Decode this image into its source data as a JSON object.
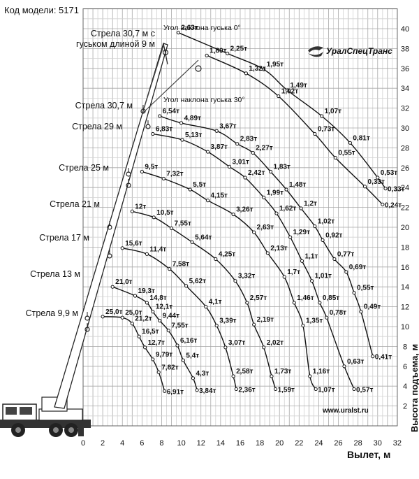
{
  "header": {
    "model_label": "Код модели: 5171"
  },
  "chart": {
    "brand": "УралСпецТранс",
    "website": "www.uralst.ru",
    "xlabel": "Вылет, м",
    "ylabel": "Высота подъема, м",
    "x_ticks": [
      "0",
      "2",
      "4",
      "6",
      "8",
      "10",
      "12",
      "14",
      "16",
      "18",
      "20",
      "22",
      "24",
      "26",
      "28",
      "30",
      "32"
    ],
    "y_ticks": [
      "2",
      "4",
      "6",
      "8",
      "10",
      "12",
      "14",
      "16",
      "18",
      "20",
      "22",
      "24",
      "26",
      "28",
      "30",
      "32",
      "34",
      "36",
      "38",
      "40"
    ],
    "jib_angle_0": "Угол наклона гуська 0°",
    "jib_angle_30": "Угол наклона гуська 30°",
    "boom_labels": [
      {
        "id": "jib-9",
        "line1": "Стрела 30,7 м с",
        "line2": "гуськом длиной 9 м"
      },
      {
        "id": "307",
        "line1": "Стрела 30,7 м"
      },
      {
        "id": "29",
        "line1": "Стрела 29 м"
      },
      {
        "id": "25",
        "line1": "Стрела 25 м"
      },
      {
        "id": "21",
        "line1": "Стрела 21 м"
      },
      {
        "id": "17",
        "line1": "Стрела 17 м"
      },
      {
        "id": "13",
        "line1": "Стрела 13 м"
      },
      {
        "id": "99",
        "line1": "Стрела 9,9 м"
      }
    ]
  },
  "chart_data": {
    "type": "line",
    "x_range": [
      0,
      32
    ],
    "y_range": [
      0,
      42
    ],
    "grid": true,
    "series": [
      {
        "name": "Стрела 9,9 м",
        "points": [
          {
            "x": 2.0,
            "y": 11.0,
            "label": "25,0т"
          },
          {
            "x": 4.0,
            "y": 10.9,
            "label": "25,0т"
          },
          {
            "x": 5.0,
            "y": 10.3,
            "label": "21,2т"
          },
          {
            "x": 5.7,
            "y": 9.0,
            "label": "16,5т"
          },
          {
            "x": 6.3,
            "y": 7.9,
            "label": "12,7т"
          },
          {
            "x": 7.1,
            "y": 6.7,
            "label": "9,79т"
          },
          {
            "x": 7.7,
            "y": 5.4,
            "label": "7,82т"
          },
          {
            "x": 8.3,
            "y": 3.5,
            "label": "6,91т"
          }
        ]
      },
      {
        "name": "Стрела 13 м",
        "points": [
          {
            "x": 3.0,
            "y": 14.0,
            "label": "21,0т"
          },
          {
            "x": 5.3,
            "y": 13.1,
            "label": "19,3т"
          },
          {
            "x": 6.5,
            "y": 12.4,
            "label": "14,8т"
          },
          {
            "x": 7.1,
            "y": 11.5,
            "label": "12,1т"
          },
          {
            "x": 7.8,
            "y": 10.6,
            "label": "9,44т"
          },
          {
            "x": 8.7,
            "y": 9.6,
            "label": "7,55т"
          },
          {
            "x": 9.6,
            "y": 8.1,
            "label": "6,16т"
          },
          {
            "x": 10.2,
            "y": 6.6,
            "label": "5,4т"
          },
          {
            "x": 11.2,
            "y": 4.8,
            "label": "4,3т"
          },
          {
            "x": 11.6,
            "y": 3.6,
            "label": "3,84т"
          }
        ]
      },
      {
        "name": "Стрела 17 м",
        "points": [
          {
            "x": 4.0,
            "y": 17.9,
            "label": "15,6т"
          },
          {
            "x": 6.5,
            "y": 17.3,
            "label": "11,4т"
          },
          {
            "x": 8.8,
            "y": 15.8,
            "label": "7,58т"
          },
          {
            "x": 10.5,
            "y": 14.1,
            "label": "5,62т"
          },
          {
            "x": 12.5,
            "y": 12.0,
            "label": "4,1т"
          },
          {
            "x": 13.6,
            "y": 10.1,
            "label": "3,39т"
          },
          {
            "x": 14.5,
            "y": 7.9,
            "label": "3,07т"
          },
          {
            "x": 15.3,
            "y": 5.0,
            "label": "2,58т"
          },
          {
            "x": 15.6,
            "y": 3.7,
            "label": "2,36т"
          }
        ]
      },
      {
        "name": "Стрела 21 м",
        "points": [
          {
            "x": 5.0,
            "y": 21.6,
            "label": "12т"
          },
          {
            "x": 7.2,
            "y": 21.0,
            "label": "10,5т"
          },
          {
            "x": 9.0,
            "y": 19.9,
            "label": "7,55т"
          },
          {
            "x": 11.1,
            "y": 18.5,
            "label": "5,64т"
          },
          {
            "x": 13.5,
            "y": 16.8,
            "label": "4,25т"
          },
          {
            "x": 15.5,
            "y": 14.6,
            "label": "3,32т"
          },
          {
            "x": 16.7,
            "y": 12.4,
            "label": "2,57т"
          },
          {
            "x": 17.4,
            "y": 10.2,
            "label": "2,19т"
          },
          {
            "x": 18.4,
            "y": 7.9,
            "label": "2,02т"
          },
          {
            "x": 19.2,
            "y": 5.0,
            "label": "1,73т"
          },
          {
            "x": 19.6,
            "y": 3.7,
            "label": "1,59т"
          }
        ]
      },
      {
        "name": "Стрела 25 м",
        "points": [
          {
            "x": 6.0,
            "y": 25.6,
            "label": "9,5т"
          },
          {
            "x": 8.2,
            "y": 24.9,
            "label": "7,32т"
          },
          {
            "x": 10.9,
            "y": 23.8,
            "label": "5,5т"
          },
          {
            "x": 12.7,
            "y": 22.7,
            "label": "4,15т"
          },
          {
            "x": 15.3,
            "y": 21.3,
            "label": "3,26т"
          },
          {
            "x": 17.4,
            "y": 19.5,
            "label": "2,63т"
          },
          {
            "x": 18.8,
            "y": 17.4,
            "label": "2,13т"
          },
          {
            "x": 20.5,
            "y": 15.0,
            "label": "1,7т"
          },
          {
            "x": 21.5,
            "y": 12.4,
            "label": "1,46т"
          },
          {
            "x": 22.4,
            "y": 10.1,
            "label": "1,35т"
          },
          {
            "x": 23.1,
            "y": 5.0,
            "label": "1,16т"
          },
          {
            "x": 23.7,
            "y": 3.7,
            "label": "1,07т"
          }
        ]
      },
      {
        "name": "Стрела 29 м",
        "points": [
          {
            "x": 7.1,
            "y": 29.4,
            "label": "6,83т"
          },
          {
            "x": 10.1,
            "y": 28.8,
            "label": "5,13т"
          },
          {
            "x": 12.7,
            "y": 27.6,
            "label": "3,87т"
          },
          {
            "x": 14.9,
            "y": 26.1,
            "label": "3,01т"
          },
          {
            "x": 16.5,
            "y": 25.0,
            "label": "2,42т"
          },
          {
            "x": 18.4,
            "y": 23.0,
            "label": "1,99т"
          },
          {
            "x": 19.7,
            "y": 21.4,
            "label": "1,62т"
          },
          {
            "x": 21.1,
            "y": 19.0,
            "label": "1,29т"
          },
          {
            "x": 22.3,
            "y": 16.6,
            "label": "1,1т"
          },
          {
            "x": 23.3,
            "y": 14.6,
            "label": "1,01т"
          },
          {
            "x": 24.1,
            "y": 12.4,
            "label": "0,85т"
          },
          {
            "x": 24.8,
            "y": 10.9,
            "label": "0,78т"
          },
          {
            "x": 26.6,
            "y": 6.0,
            "label": "0,63т"
          },
          {
            "x": 27.6,
            "y": 3.7,
            "label": "0,57т"
          }
        ]
      },
      {
        "name": "Стрела 30,7 м",
        "points": [
          {
            "x": 7.8,
            "y": 31.2,
            "label": "6,54т"
          },
          {
            "x": 10.0,
            "y": 30.5,
            "label": "4,89т"
          },
          {
            "x": 13.6,
            "y": 29.7,
            "label": "3,67т"
          },
          {
            "x": 15.7,
            "y": 28.4,
            "label": "2,83т"
          },
          {
            "x": 17.3,
            "y": 27.5,
            "label": "2,27т"
          },
          {
            "x": 19.1,
            "y": 25.6,
            "label": "1,83т"
          },
          {
            "x": 20.7,
            "y": 23.8,
            "label": "1,48т"
          },
          {
            "x": 22.2,
            "y": 21.9,
            "label": "1,2т"
          },
          {
            "x": 23.6,
            "y": 20.1,
            "label": "1,02т"
          },
          {
            "x": 24.4,
            "y": 18.7,
            "label": "0,92т"
          },
          {
            "x": 25.6,
            "y": 16.8,
            "label": "0,77т"
          },
          {
            "x": 26.8,
            "y": 15.5,
            "label": "0,69т"
          },
          {
            "x": 27.6,
            "y": 13.4,
            "label": "0,55т"
          },
          {
            "x": 28.3,
            "y": 11.5,
            "label": "0,49т"
          },
          {
            "x": 29.5,
            "y": 7.0,
            "label": "0,41т"
          }
        ]
      },
      {
        "name": "Угол наклона гуська 0°",
        "points": [
          {
            "x": 9.7,
            "y": 39.6,
            "label": "2,63т"
          },
          {
            "x": 14.7,
            "y": 37.5,
            "label": "2,25т"
          },
          {
            "x": 18.4,
            "y": 35.9,
            "label": "1,95т"
          },
          {
            "x": 20.8,
            "y": 33.8,
            "label": "1,49т"
          },
          {
            "x": 24.3,
            "y": 31.2,
            "label": "1,07т"
          },
          {
            "x": 27.2,
            "y": 28.5,
            "label": "0,81т"
          },
          {
            "x": 30.0,
            "y": 25.0,
            "label": "0,53т"
          },
          {
            "x": 30.8,
            "y": 23.9,
            "label": "0,33т"
          }
        ]
      },
      {
        "name": "Угол наклона гуська 30°",
        "points": [
          {
            "x": 12.6,
            "y": 37.3,
            "label": "1,80т"
          },
          {
            "x": 16.6,
            "y": 35.5,
            "label": "1,32т"
          },
          {
            "x": 19.9,
            "y": 33.2,
            "label": "1,02т"
          },
          {
            "x": 23.6,
            "y": 29.4,
            "label": "0,73т"
          },
          {
            "x": 25.7,
            "y": 27.0,
            "label": "0,55т"
          },
          {
            "x": 28.7,
            "y": 24.1,
            "label": "0,33т"
          },
          {
            "x": 30.5,
            "y": 22.3,
            "label": "0,24т"
          }
        ]
      }
    ]
  }
}
